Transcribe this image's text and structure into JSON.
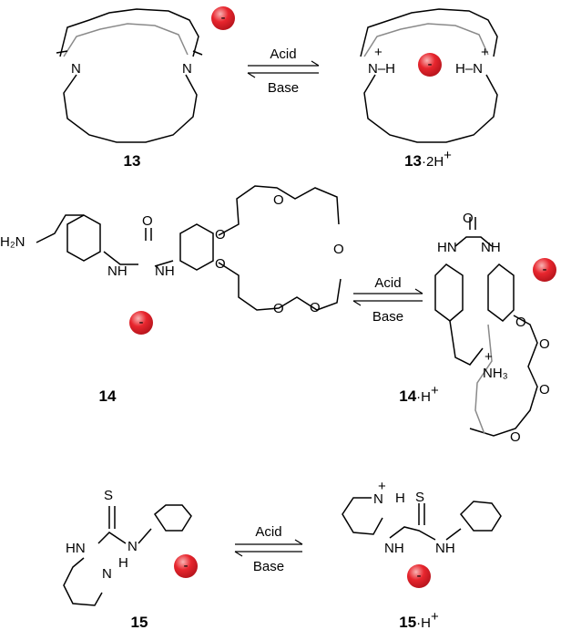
{
  "colors": {
    "anion_fill": "#e8262e",
    "anion_highlight": "#f8b4b4",
    "bond": "#000000",
    "back_bond": "#8a8a8a",
    "background": "#ffffff"
  },
  "icons": {
    "anion": "red-sphere-minus-icon",
    "arrows": "equilibrium-arrows-icon"
  },
  "anion_sign": "-",
  "reactions": [
    {
      "arrow_top": "Acid",
      "arrow_bottom": "Base",
      "left_label": "13",
      "right_label_bold": "13",
      "right_label_suffix": "·2H",
      "right_label_sup": "+"
    },
    {
      "arrow_top": "Acid",
      "arrow_bottom": "Base",
      "left_label": "14",
      "right_label_bold": "14",
      "right_label_suffix": "·H",
      "right_label_sup": "+"
    },
    {
      "arrow_top": "Acid",
      "arrow_bottom": "Base",
      "left_label": "15",
      "right_label_bold": "15",
      "right_label_suffix": "·H",
      "right_label_sup": "+"
    }
  ],
  "atoms": {
    "N": "N",
    "H": "H",
    "O": "O",
    "S": "S",
    "HN": "HN",
    "NH": "NH",
    "NH_H": "N–H",
    "H_N": "H–N",
    "H2N": "H₂N",
    "NH3": "NH₃",
    "plus": "+"
  }
}
